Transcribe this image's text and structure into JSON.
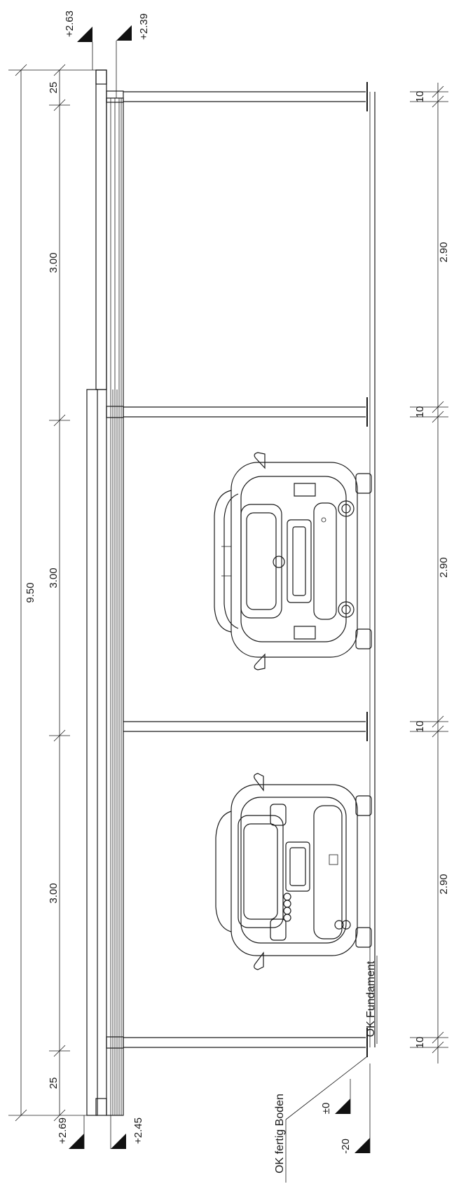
{
  "dimensions_top": {
    "total": "9.50",
    "overhang_left": "25",
    "overhang_right": "25",
    "bays": [
      "3.00",
      "3.00",
      "3.00"
    ]
  },
  "dimensions_bottom": {
    "post_width": "10",
    "bays": [
      "2.90",
      "2.90",
      "2.90"
    ]
  },
  "elevations": {
    "roof_high_outer": "+2.63",
    "roof_high_inner": "+2.39",
    "roof_low_outer": "+2.69",
    "roof_low_inner": "+2.45",
    "ground_zero": "±0",
    "ground_minus": "-20"
  },
  "annotations": {
    "foundation": "OK Fundament",
    "floor": "OK fertig Boden"
  },
  "colors": {
    "line": "#1a1a1a",
    "marker": "#111111",
    "background": "#ffffff"
  }
}
